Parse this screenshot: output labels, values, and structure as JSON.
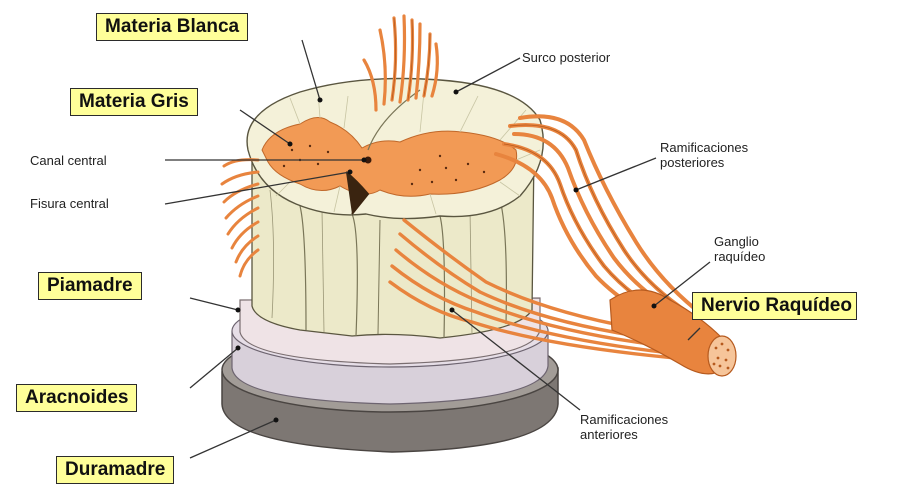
{
  "diagram": {
    "boxed_labels": {
      "materia_blanca": "Materia Blanca",
      "materia_gris": "Materia Gris",
      "piamadre": "Piamadre",
      "aracnoides": "Aracnoides",
      "duramadre": "Duramadre",
      "nervio_raquideo": "Nervio Raquídeo"
    },
    "plain_labels": {
      "surco_posterior": "Surco posterior",
      "canal_central": "Canal central",
      "fisura_central": "Fisura central",
      "ramificaciones_posteriores_1": "Ramificaciones",
      "ramificaciones_posteriores_2": "posteriores",
      "ganglio_1": "Ganglio",
      "ganglio_2": "raquídeo",
      "ramificaciones_anteriores_1": "Ramificaciones",
      "ramificaciones_anteriores_2": "anteriores"
    },
    "colors": {
      "white_matter": "#f3f0d6",
      "gray_matter": "#f29a55",
      "nerve": "#e8843e",
      "nerve_dark": "#b65a1e",
      "piamadre": "#ede2e4",
      "aracnoides": "#dcd4dc",
      "duramadre": "#8e8884",
      "label_box": "#ffff99"
    }
  }
}
